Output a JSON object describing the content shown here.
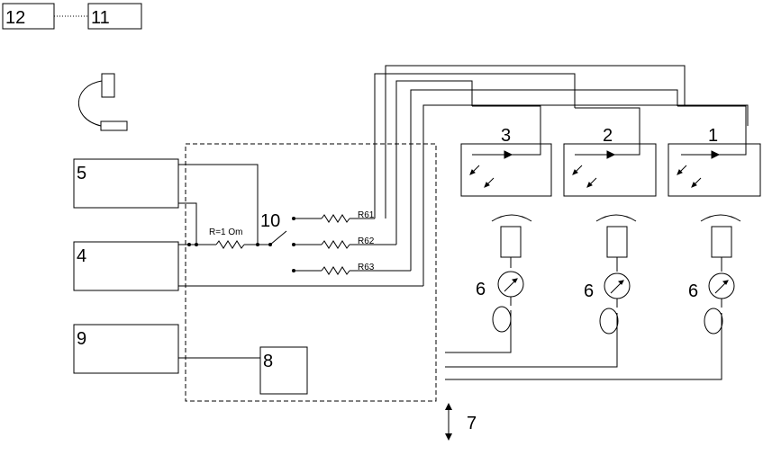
{
  "blocks": {
    "b12": "12",
    "b11": "11",
    "b5": "5",
    "b4": "4",
    "b9": "9",
    "b8": "8",
    "b3": "3",
    "b2": "2",
    "b1": "1"
  },
  "labels": {
    "switch": "10",
    "resistor_main": "R=1 Om",
    "r61": "R61",
    "r62": "R62",
    "r63": "R63",
    "led_a": "6",
    "led_b": "6",
    "led_c": "6",
    "arrow": "7"
  }
}
